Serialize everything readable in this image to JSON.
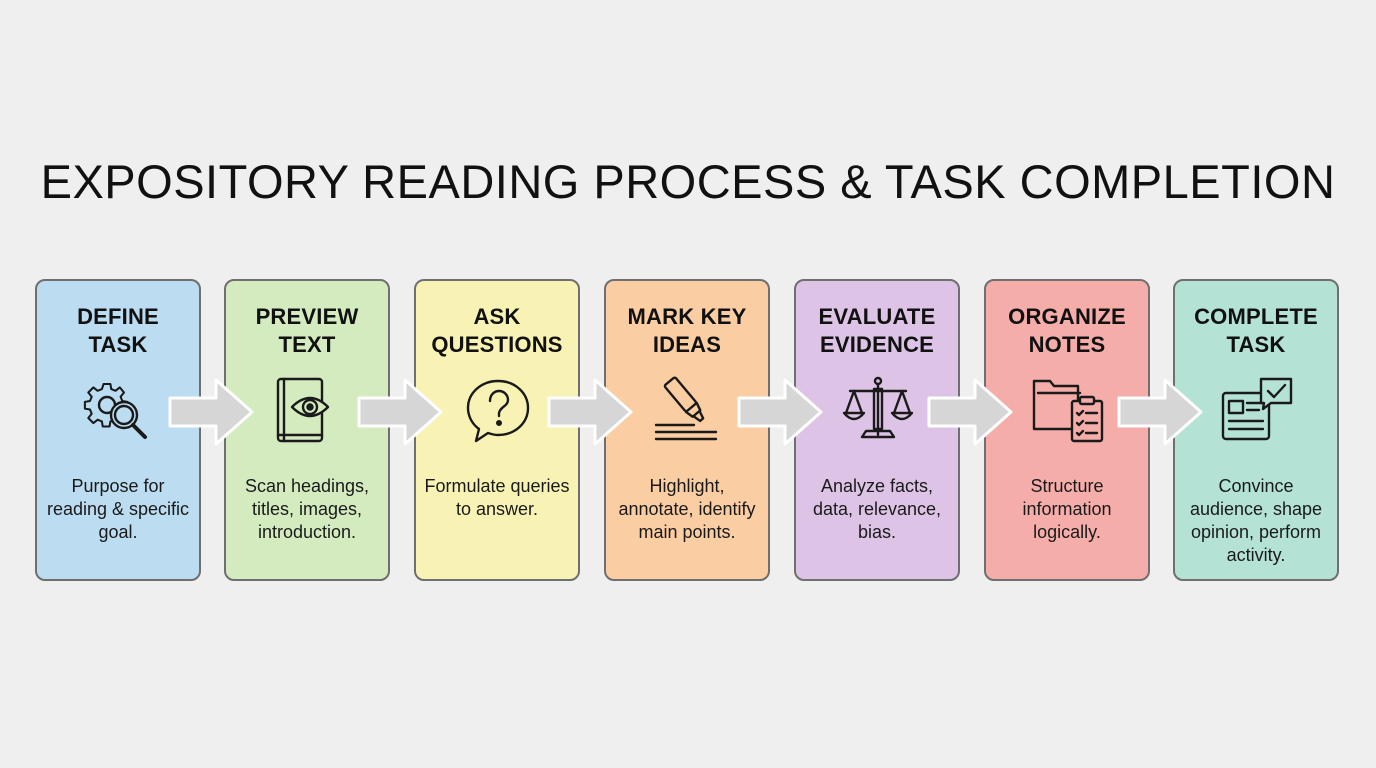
{
  "title": "EXPOSITORY READING PROCESS & TASK COMPLETION",
  "steps": [
    {
      "title_line1": "DEFINE",
      "title_line2": "TASK",
      "description": "Purpose for reading & specific goal.",
      "icon": "gear-search-icon",
      "color": "#bcdcf1"
    },
    {
      "title_line1": "PREVIEW",
      "title_line2": "TEXT",
      "description": "Scan headings, titles, images, introduction.",
      "icon": "book-eye-icon",
      "color": "#d4ebbf"
    },
    {
      "title_line1": "ASK",
      "title_line2": "QUESTIONS",
      "description": "Formulate queries to answer.",
      "icon": "question-bubble-icon",
      "color": "#f8f3b5"
    },
    {
      "title_line1": "MARK KEY",
      "title_line2": "IDEAS",
      "description": "Highlight, annotate, identify main points.",
      "icon": "highlighter-icon",
      "color": "#fbcda3"
    },
    {
      "title_line1": "EVALUATE",
      "title_line2": "EVIDENCE",
      "description": "Analyze facts, data, relevance, bias.",
      "icon": "scales-icon",
      "color": "#ddc4e6"
    },
    {
      "title_line1": "ORGANIZE",
      "title_line2": "NOTES",
      "description": "Structure information logically.",
      "icon": "folder-checklist-icon",
      "color": "#f5adaa"
    },
    {
      "title_line1": "COMPLETE",
      "title_line2": "TASK",
      "description": "Convince audience, shape opinion, perform activity.",
      "icon": "document-check-icon",
      "color": "#b4e2d5"
    }
  ]
}
